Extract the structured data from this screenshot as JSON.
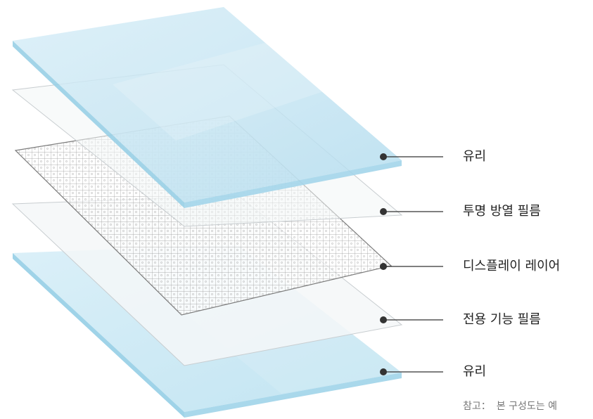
{
  "layers": [
    {
      "label": "유리"
    },
    {
      "label": "투명 방열 필름"
    },
    {
      "label": "디스플레이 레이어"
    },
    {
      "label": "전용 기능 필름"
    },
    {
      "label": "유리"
    }
  ],
  "note": {
    "prefix": "참고：",
    "text": "본 구성도는 예"
  },
  "colors": {
    "glass_fill": "#cfe8f3",
    "glass_edge": "#8fcbe3",
    "film_fill": "#f4f6f7",
    "film_edge": "#c8cdd0",
    "grid_line": "#8a8a8a",
    "leader_line": "#333333",
    "dot": "#333333"
  }
}
